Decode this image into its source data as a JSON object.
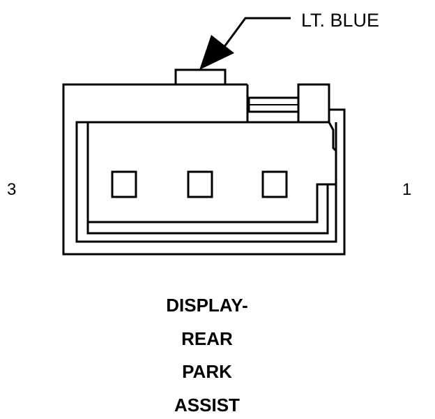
{
  "connector": {
    "wire_color_label": "LT. BLUE",
    "pin_left_label": "3",
    "pin_right_label": "1",
    "title_lines": [
      "DISPLAY-",
      "REAR",
      "PARK",
      "ASSIST"
    ]
  },
  "colors": {
    "ink": "#000000",
    "background": "#ffffff"
  }
}
